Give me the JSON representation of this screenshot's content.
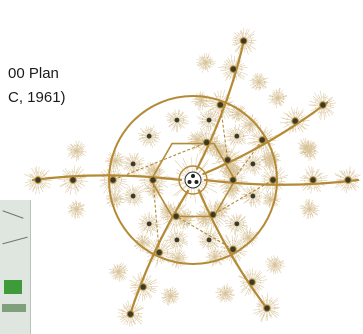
{
  "caption": {
    "line1": "00 Plan",
    "line2": "C, 1961)"
  },
  "colors": {
    "background": "#ffffff",
    "road": "#b48a36",
    "node_fill": "#3a3a2a",
    "cluster": "#c9a86a",
    "hatching": "#d8c49a"
  },
  "diagram": {
    "arm_count": 6,
    "arm_angles_deg": [
      -70,
      -30,
      0,
      115,
      65,
      180
    ],
    "center_node": "central hub",
    "ring_count": 2
  }
}
